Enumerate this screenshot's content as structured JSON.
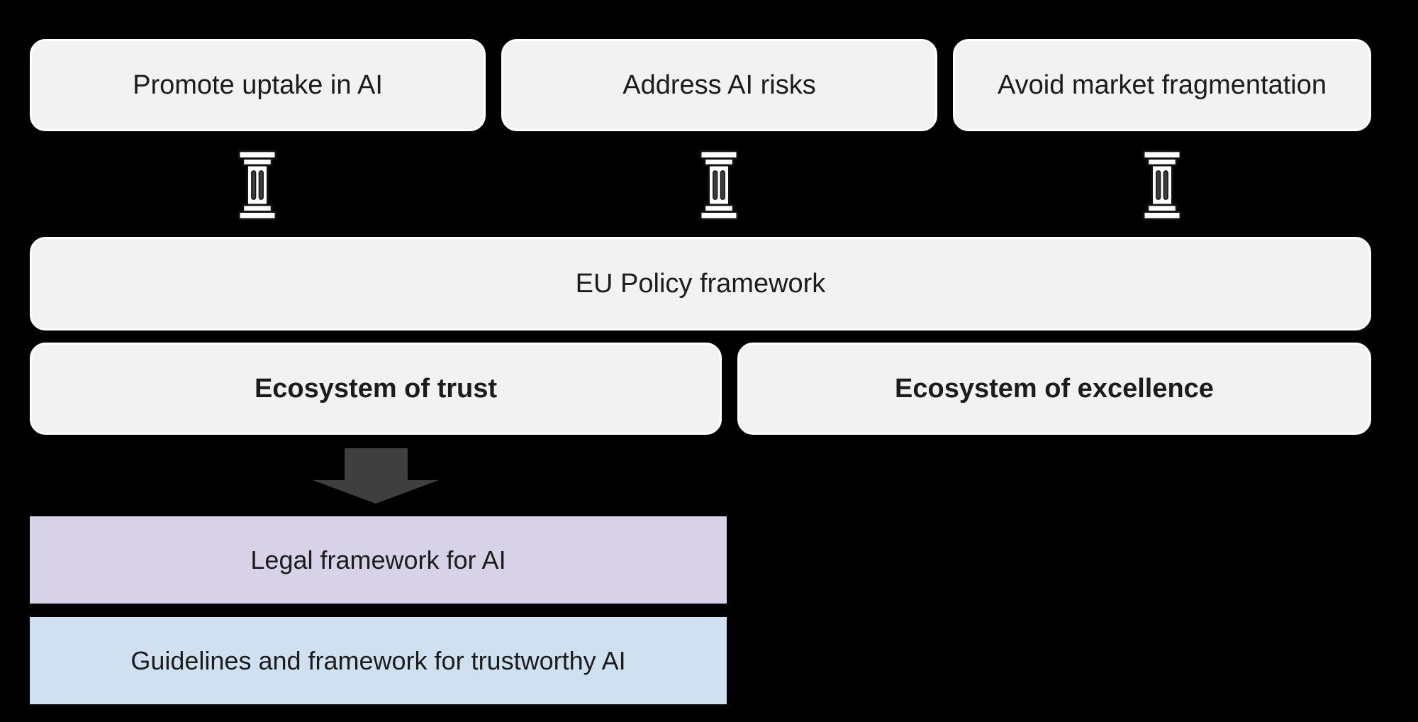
{
  "title": "EU Policy framework diagram",
  "colors": {
    "bg": "#000000",
    "box_light": "#f2f2f2",
    "box_border": "#ffffff",
    "text_dark": "#1c1c1c",
    "arrow": "#3f3f3f",
    "legal_box": "#d8d2e8",
    "guidelines_box": "#cfe1f1"
  },
  "goals_row": {
    "items": [
      {
        "label": "Promote uptake in AI",
        "icon": "pillar-icon"
      },
      {
        "label": "Address AI risks",
        "icon": "pillar-icon"
      },
      {
        "label": "Avoid market fragmentation",
        "icon": "pillar-icon"
      }
    ]
  },
  "framework": {
    "label": "EU Policy framework"
  },
  "ecosystems": {
    "items": [
      {
        "label": "Ecosystem of trust"
      },
      {
        "label": "Ecosystem of excellence"
      }
    ]
  },
  "arrow": {
    "from": "Ecosystem of trust",
    "direction": "down"
  },
  "outputs": {
    "items": [
      {
        "label": "Legal framework for AI"
      },
      {
        "label": "Guidelines and framework for trustworthy AI"
      }
    ]
  }
}
